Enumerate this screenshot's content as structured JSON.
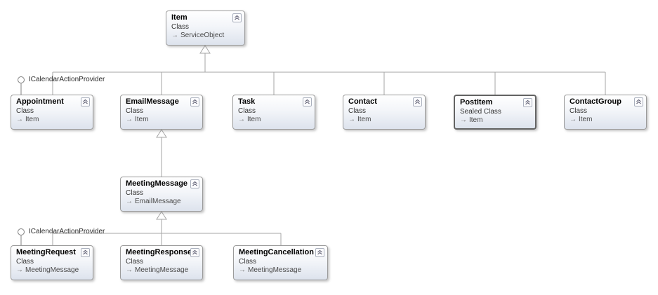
{
  "diagram": {
    "classes": {
      "item": {
        "name": "Item",
        "stereotype": "Class",
        "base": "ServiceObject"
      },
      "appointment": {
        "name": "Appointment",
        "stereotype": "Class",
        "base": "Item"
      },
      "emailMessage": {
        "name": "EmailMessage",
        "stereotype": "Class",
        "base": "Item"
      },
      "task": {
        "name": "Task",
        "stereotype": "Class",
        "base": "Item"
      },
      "contact": {
        "name": "Contact",
        "stereotype": "Class",
        "base": "Item"
      },
      "postItem": {
        "name": "PostItem",
        "stereotype": "Sealed Class",
        "base": "Item"
      },
      "contactGroup": {
        "name": "ContactGroup",
        "stereotype": "Class",
        "base": "Item"
      },
      "meetingMessage": {
        "name": "MeetingMessage",
        "stereotype": "Class",
        "base": "EmailMessage"
      },
      "meetingRequest": {
        "name": "MeetingRequest",
        "stereotype": "Class",
        "base": "MeetingMessage"
      },
      "meetingResponse": {
        "name": "MeetingResponse",
        "stereotype": "Class",
        "base": "MeetingMessage"
      },
      "meetingCancellation": {
        "name": "MeetingCancellation",
        "stereotype": "Class",
        "base": "MeetingMessage"
      }
    },
    "lollipops": {
      "appointment": {
        "label": "ICalendarActionProvider"
      },
      "meetingRequest": {
        "label": "ICalendarActionProvider"
      }
    },
    "icons": {
      "collapse": "double-chevron-up",
      "inheritance": "arrow-right"
    },
    "colors": {
      "boxBorder": "#9b9b9b",
      "sealedBorder": "#636363",
      "connector": "#a6a6a6",
      "boxGradientTop": "#ffffff",
      "boxGradientBottom": "#dde3ed",
      "titleText": "#000000",
      "bodyText": "#3c3c3c"
    }
  }
}
